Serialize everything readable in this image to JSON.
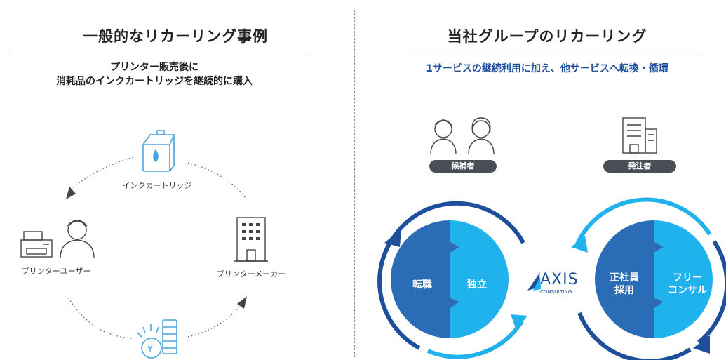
{
  "left": {
    "title": "一般的なリカーリング事例",
    "subtitle_line1": "プリンター販売後に",
    "subtitle_line2": "消耗品のインクカートリッジを継続的に購入",
    "nodes": {
      "cartridge": "インクカートリッジ",
      "user": "プリンターユーザー",
      "maker": "プリンターメーカー"
    }
  },
  "right": {
    "title": "当社グループのリカーリング",
    "subtitle": "1サービスの継続利用に加え、他サービスへ転換・循環",
    "pills": {
      "candidate": "候補者",
      "client": "発注者"
    },
    "left_circle": {
      "left_label": "転職",
      "right_label": "独立"
    },
    "right_circle": {
      "left_label_line1": "正社員",
      "left_label_line2": "採用",
      "right_label_line1": "フリー",
      "right_label_line2": "コンサル"
    },
    "logo": {
      "name": "AXIS",
      "tagline": "CONSULTING"
    }
  },
  "colors": {
    "dark_blue": "#2a6cb5",
    "light_blue": "#1fb2ec",
    "navy_arrow": "#1d4f9c",
    "accent_line": "#2a7fd4"
  },
  "icons": [
    "ink-cartridge-icon",
    "printer-icon",
    "user-icon",
    "building-icon",
    "yen-coins-icon",
    "people-icon",
    "office-building-icon",
    "axis-logo-icon"
  ]
}
